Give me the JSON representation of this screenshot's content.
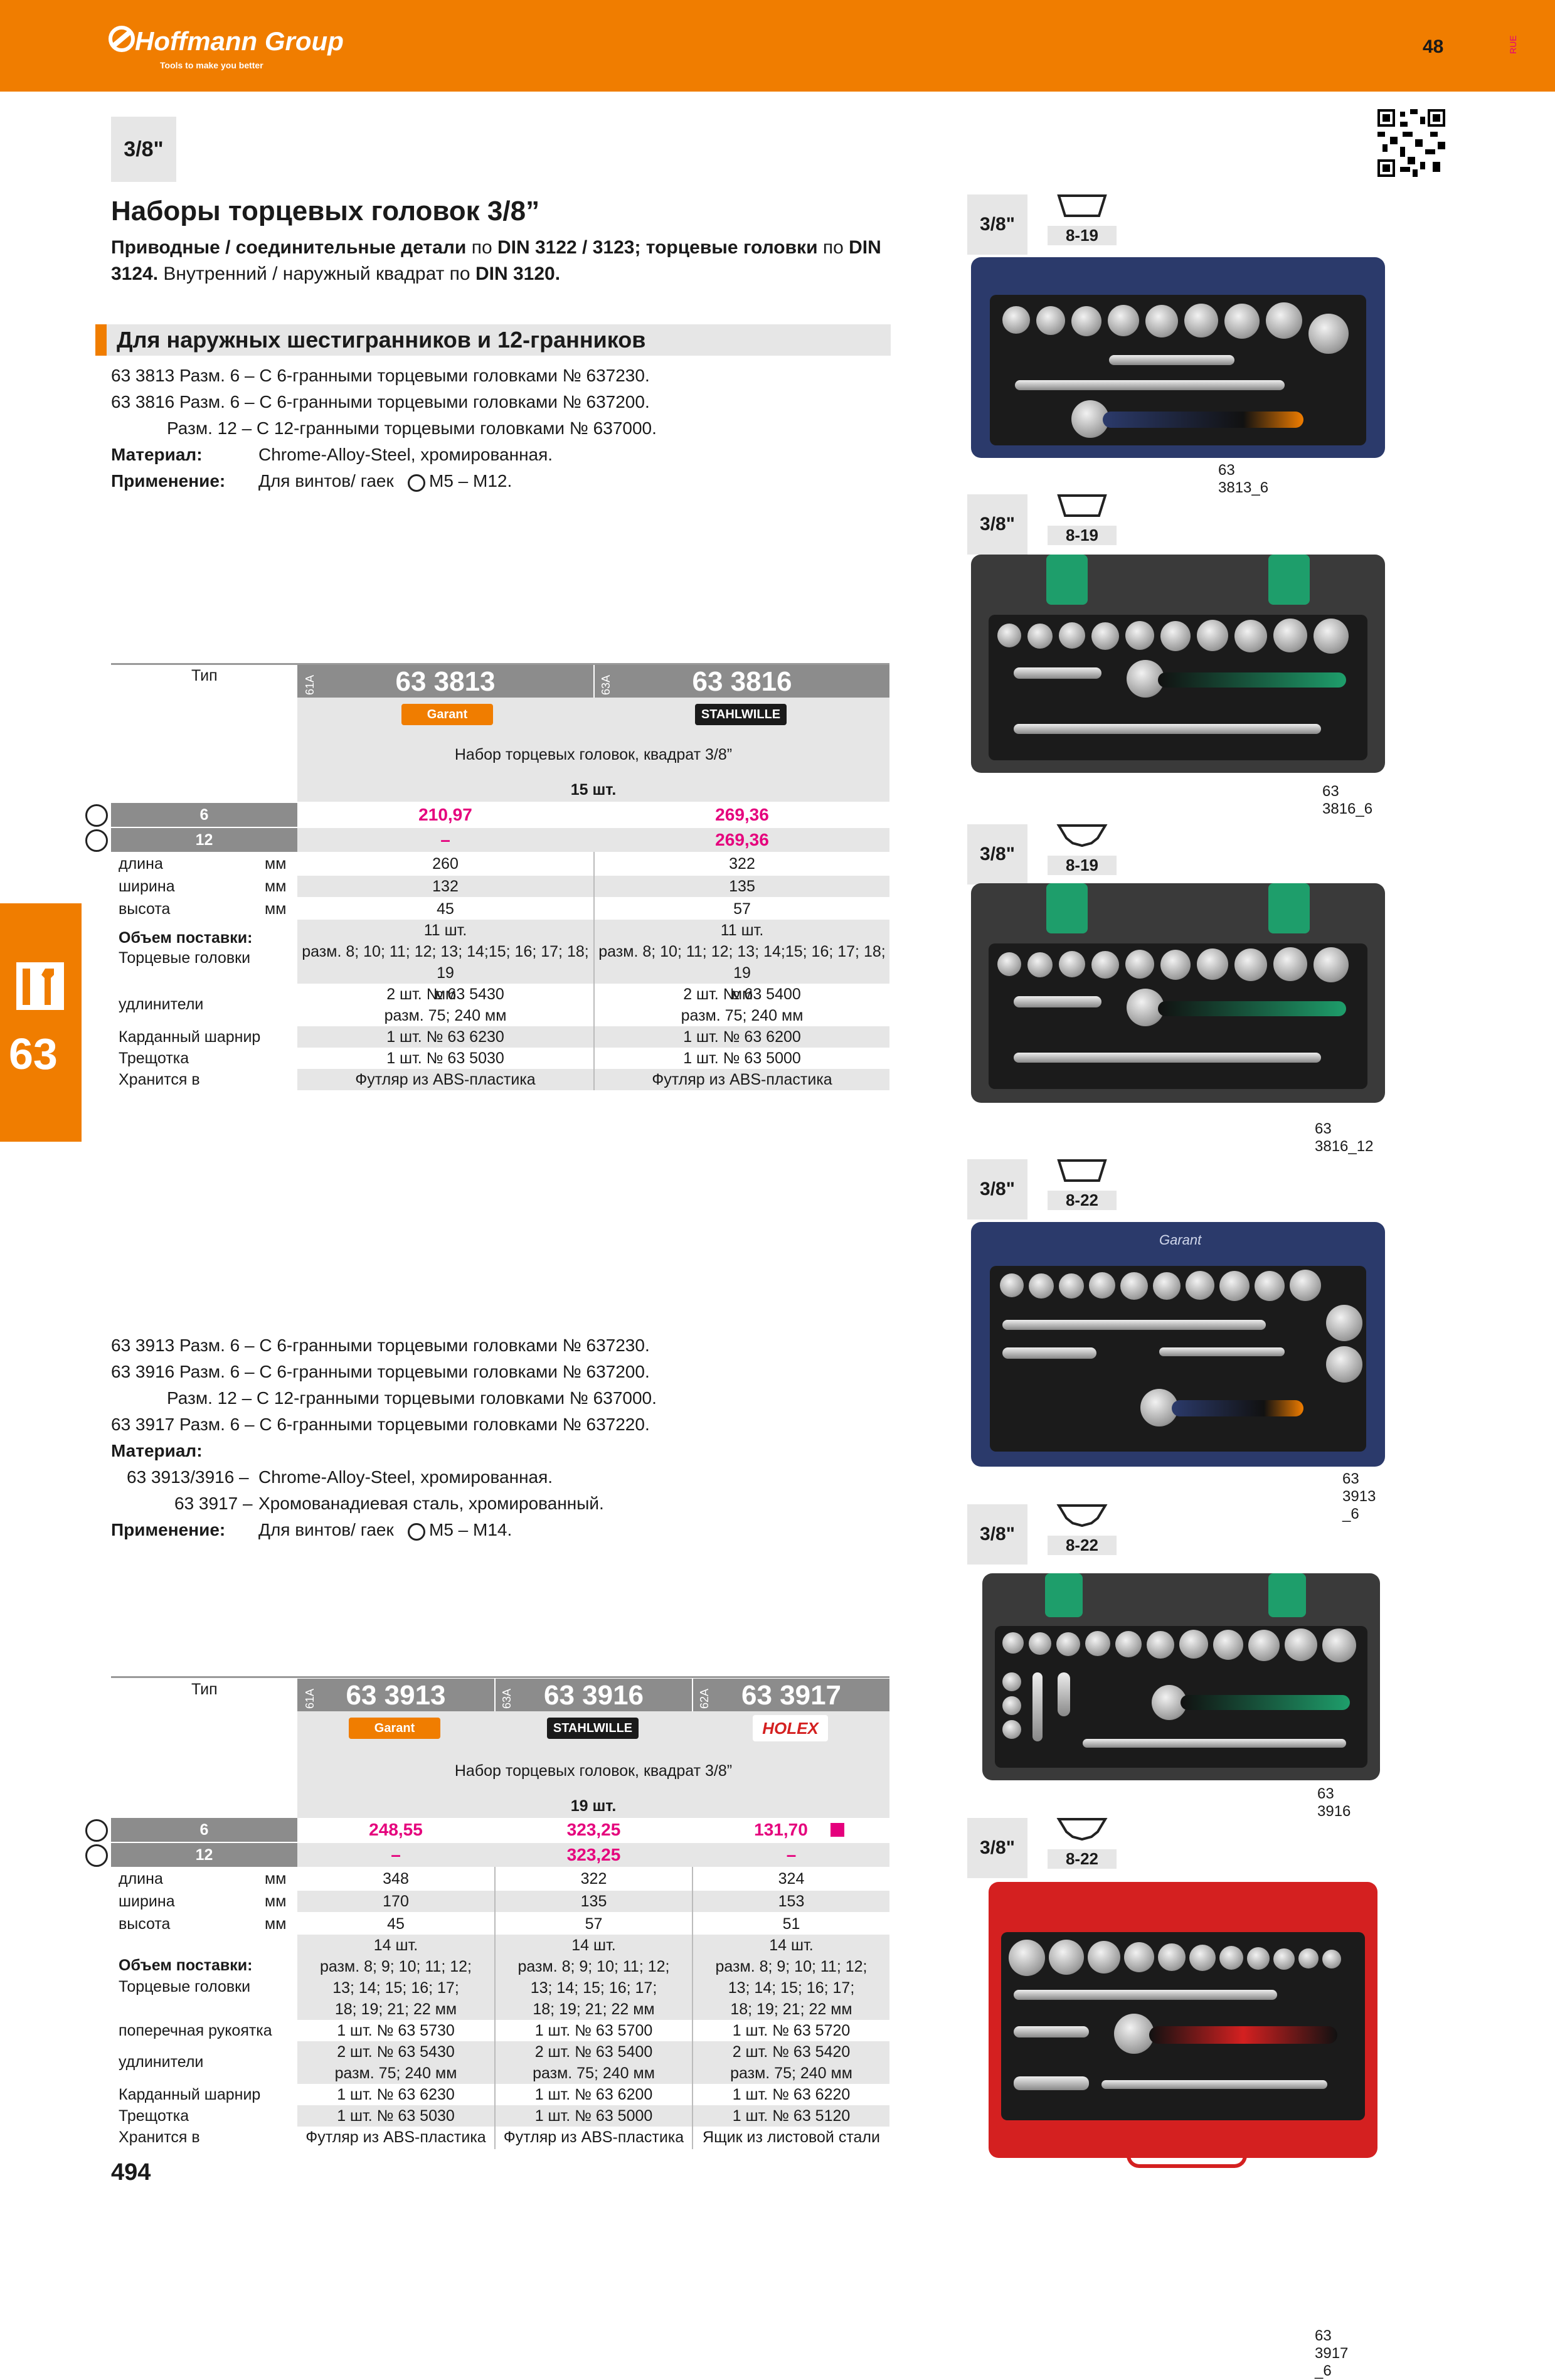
{
  "header": {
    "brand": "Hoffmann Group",
    "tagline": "Tools to make you better",
    "page_number_top": "48",
    "lang_code": "RUE",
    "accent_color": "#f07d00",
    "price_color": "#e5007d"
  },
  "drive_badge": "3/8\"",
  "title": "Наборы торцевых головок 3/8”",
  "subtitle": {
    "b1": "Приводные / соединительные детали",
    "t1": " по ",
    "b2": "DIN 3122 / 3123; торцевые головки",
    "t2": " по ",
    "b3": "DIN 3124.",
    "t3": " Внутренний / наружный квадрат по ",
    "b4": "DIN 3120."
  },
  "section_title": "Для наружных шестигранников и 12-гранников",
  "block1": {
    "lines": [
      "63 3813 Разм. 6 –  С 6-гранными торцевыми головками № 637230.",
      "63 3816 Разм. 6 –  С 6-гранными торцевыми головками № 637200.",
      "Разм. 12 –  С 12-гранными торцевыми головками № 637000."
    ],
    "material_label": "Материал:",
    "material_value": "Chrome-Alloy-Steel, хромированная.",
    "application_label": "Применение:",
    "application_value": "Для винтов/ гаек",
    "application_range": "M5 – M12."
  },
  "table1": {
    "type_label": "Тип",
    "columns": [
      {
        "group": "61A",
        "article": "63 3813",
        "brand": "Garant"
      },
      {
        "group": "63A",
        "article": "63 3816",
        "brand": "STAHLWILLE"
      }
    ],
    "description": "Набор торцевых головок, квадрат 3/8”",
    "pieces": "15 шт.",
    "price_rows": [
      {
        "label": "6",
        "values": [
          "210,97",
          "269,36"
        ]
      },
      {
        "label": "12",
        "values": [
          "–",
          "269,36"
        ]
      }
    ],
    "rows": [
      {
        "label": "длина",
        "unit": "мм",
        "values": [
          "260",
          "322"
        ]
      },
      {
        "label": "ширина",
        "unit": "мм",
        "values": [
          "132",
          "135"
        ]
      },
      {
        "label": "высота",
        "unit": "мм",
        "values": [
          "45",
          "57"
        ]
      }
    ],
    "supply_label": "Объем поставки:",
    "sockets_label": "Торцевые головки",
    "sockets": [
      [
        "11 шт.",
        "разм. 8; 10; 11; 12; 13; 14;15; 16; 17; 18; 19",
        "мм"
      ],
      [
        "11 шт.",
        "разм. 8; 10; 11; 12; 13; 14;15; 16; 17; 18; 19",
        "мм"
      ]
    ],
    "extensions_label": "удлинители",
    "extensions": [
      [
        "2 шт. № 63 5430",
        "разм. 75; 240 мм"
      ],
      [
        "2 шт. № 63 5400",
        "разм. 75; 240 мм"
      ]
    ],
    "joint_label": "Карданный шарнир",
    "joint": [
      "1 шт. № 63 6230",
      "1 шт. № 63 6200"
    ],
    "ratchet_label": "Трещотка",
    "ratchet": [
      "1 шт. № 63 5030",
      "1 шт. № 63 5000"
    ],
    "storage_label": "Хранится в",
    "storage": [
      "Футляр из ABS-пластика",
      "Футляр из ABS-пластика"
    ]
  },
  "block2": {
    "lines": [
      "63 3913 Разм. 6 –  С 6-гранными торцевыми головками № 637230.",
      "63 3916 Разм. 6 –  С 6-гранными торцевыми головками № 637200.",
      "Разм. 12 –  С 12-гранными торцевыми головками № 637000.",
      "63 3917 Разм. 6 –  С 6-гранными торцевыми головками № 637220."
    ],
    "material_label": "Материал:",
    "mat1_key": "63 3913/3916 –",
    "mat1_value": "Chrome-Alloy-Steel, хромированная.",
    "mat2_key": "63 3917 –",
    "mat2_value": "Хромованадиевая сталь, хромированный.",
    "application_label": "Применение:",
    "application_value": "Для винтов/ гаек",
    "application_range": "M5 – M14."
  },
  "table2": {
    "type_label": "Тип",
    "columns": [
      {
        "group": "61A",
        "article": "63 3913",
        "brand": "Garant"
      },
      {
        "group": "63A",
        "article": "63 3916",
        "brand": "STAHLWILLE"
      },
      {
        "group": "62A",
        "article": "63 3917",
        "brand": "HOLEX"
      }
    ],
    "description": "Набор торцевых головок, квадрат 3/8”",
    "pieces": "19 шт.",
    "price_rows": [
      {
        "label": "6",
        "values": [
          "248,55",
          "323,25",
          "131,70"
        ]
      },
      {
        "label": "12",
        "values": [
          "–",
          "323,25",
          "–"
        ]
      }
    ],
    "rows": [
      {
        "label": "длина",
        "unit": "мм",
        "values": [
          "348",
          "322",
          "324"
        ]
      },
      {
        "label": "ширина",
        "unit": "мм",
        "values": [
          "170",
          "135",
          "153"
        ]
      },
      {
        "label": "высота",
        "unit": "мм",
        "values": [
          "45",
          "57",
          "51"
        ]
      }
    ],
    "supply_label": "Объем поставки:",
    "sockets_label": "Торцевые головки",
    "sockets": [
      [
        "14 шт.",
        "разм. 8; 9; 10; 11; 12;",
        "13; 14; 15; 16; 17;",
        "18; 19; 21; 22 мм"
      ],
      [
        "14 шт.",
        "разм. 8; 9; 10; 11; 12;",
        "13; 14; 15; 16; 17;",
        "18; 19; 21; 22 мм"
      ],
      [
        "14 шт.",
        "разм. 8; 9; 10; 11; 12;",
        "13; 14; 15; 16; 17;",
        "18; 19; 21; 22 мм"
      ]
    ],
    "crossbar_label": "поперечная рукоятка",
    "crossbar": [
      "1 шт. № 63 5730",
      "1 шт. № 63 5700",
      "1 шт. № 63 5720"
    ],
    "extensions_label": "удлинители",
    "extensions": [
      [
        "2 шт. № 63 5430",
        "разм. 75; 240 мм"
      ],
      [
        "2 шт. № 63 5400",
        "разм. 75; 240 мм"
      ],
      [
        "2 шт. № 63 5420",
        "разм. 75; 240 мм"
      ]
    ],
    "joint_label": "Карданный шарнир",
    "joint": [
      "1 шт. № 63 6230",
      "1 шт. № 63 6200",
      "1 шт. № 63 6220"
    ],
    "ratchet_label": "Трещотка",
    "ratchet": [
      "1 шт. № 63 5030",
      "1 шт. № 63 5000",
      "1 шт. № 63 5120"
    ],
    "storage_label": "Хранится в",
    "storage": [
      "Футляр из ABS-пластика",
      "Футляр из ABS-пластика",
      "Ящик из листовой стали"
    ]
  },
  "side_tab_number": "63",
  "page_number_bottom": "494",
  "products": [
    {
      "badge": "3/8\"",
      "range": "8-19",
      "caption": "63 3813_6",
      "case_color": "#2b3a6b"
    },
    {
      "badge": "3/8\"",
      "range": "8-19",
      "caption": "63 3816_6",
      "case_color": "#3a3a3a"
    },
    {
      "badge": "3/8\"",
      "range": "8-19",
      "caption": "63 3816_12",
      "case_color": "#3a3a3a"
    },
    {
      "badge": "3/8\"",
      "range": "8-22",
      "caption": "63 3913 _6",
      "case_color": "#2b3a6b",
      "lid_brand": "Garant"
    },
    {
      "badge": "3/8\"",
      "range": "8-22",
      "caption": "63 3916",
      "case_color": "#3a3a3a"
    },
    {
      "badge": "3/8\"",
      "range": "8-22",
      "caption": "63 3917 _6",
      "case_color": "#d42020"
    }
  ]
}
